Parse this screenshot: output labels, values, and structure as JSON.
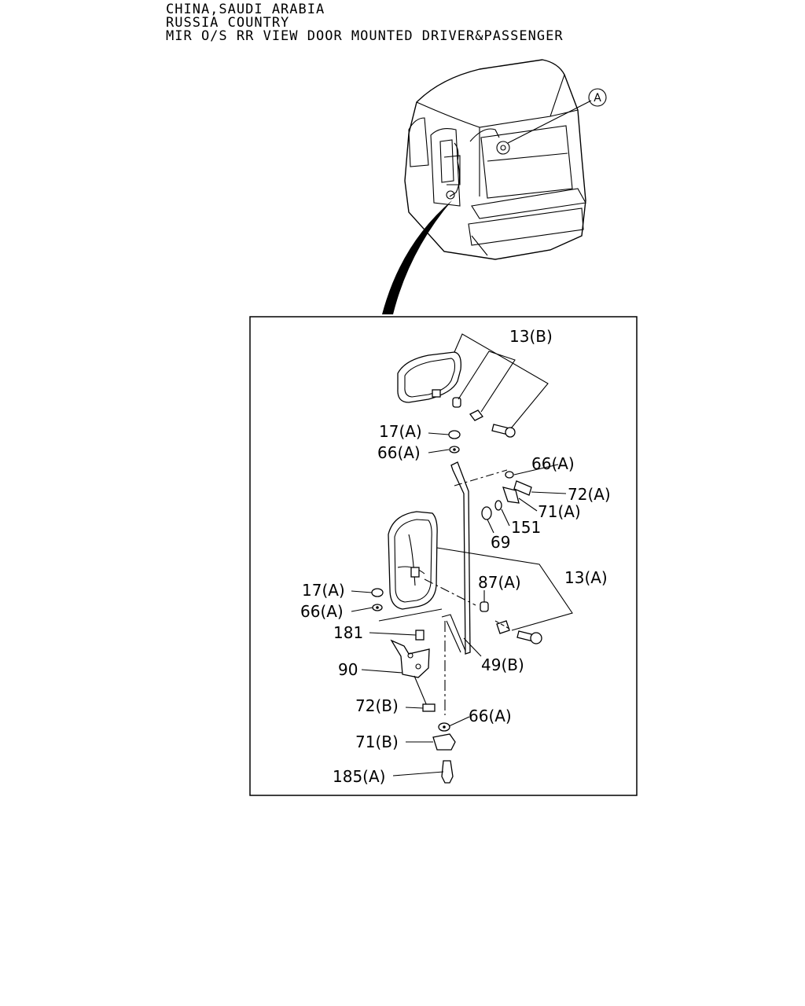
{
  "header": {
    "line1": "CHINA,SAUDI ARABIA",
    "line2": "RUSSIA COUNTRY",
    "line3": "MIR O/S RR VIEW DOOR MOUNTED DRIVER&PASSENGER"
  },
  "vehicle_callout": "A",
  "parts": {
    "p13b": "13(B)",
    "p17a_top": "17(A)",
    "p66a_top": "66(A)",
    "p66a_right": "66(A)",
    "p72a": "72(A)",
    "p71a": "71(A)",
    "p151": "151",
    "p69": "69",
    "p87a": "87(A)",
    "p13a": "13(A)",
    "p17a_mid": "17(A)",
    "p66a_mid": "66(A)",
    "p181": "181",
    "p90": "90",
    "p49b": "49(B)",
    "p72b": "72(B)",
    "p66a_low": "66(A)",
    "p71b": "71(B)",
    "p185a": "185(A)"
  }
}
